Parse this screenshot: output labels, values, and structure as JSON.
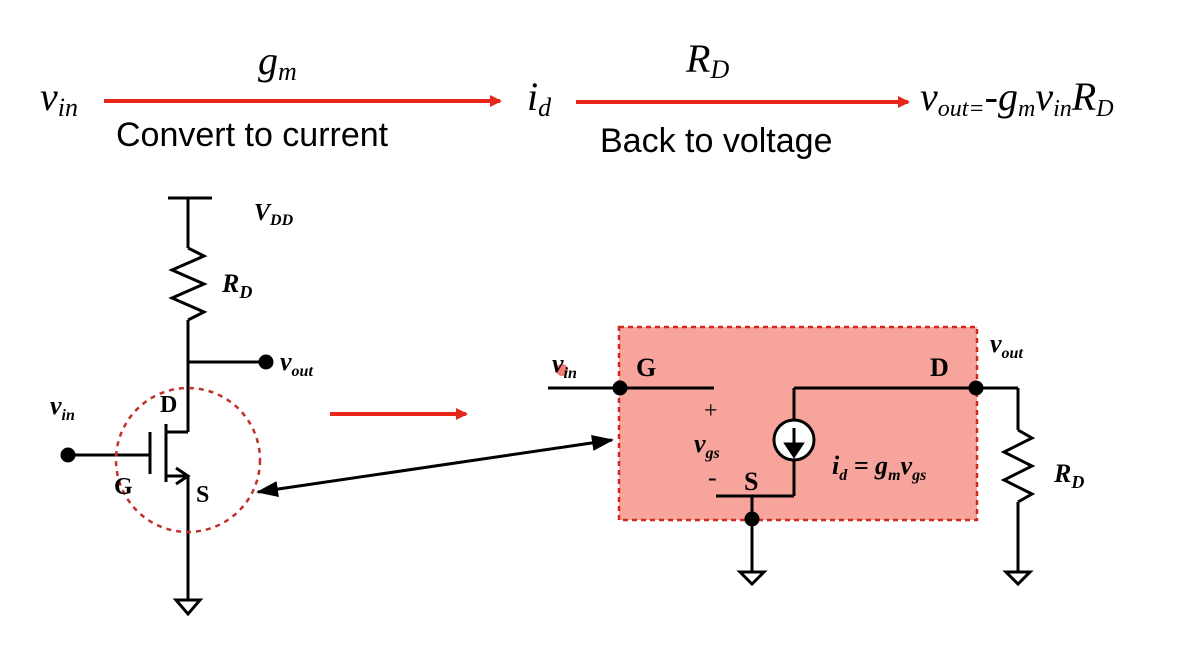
{
  "flow": {
    "v": "v",
    "in_sub": "in",
    "gm_g": "g",
    "gm_sub": "m",
    "convert_label": "Convert to current",
    "id_i": "i",
    "id_sub": "d",
    "rd_r": "R",
    "rd_sub": "D",
    "back_label": "Back to voltage",
    "out_v": "v",
    "out_sub": "out=",
    "eq_minus_g": "-g",
    "eq_m": "m",
    "eq_v": "v",
    "eq_in": "in",
    "eq_R": "R",
    "eq_D": "D"
  },
  "left_circuit": {
    "vdd_V": "V",
    "vdd_sub": "DD",
    "rd_R": "R",
    "rd_sub": "D",
    "vout_v": "v",
    "vout_sub": "out",
    "vin_v": "v",
    "vin_sub": "in",
    "d_label": "D",
    "g_label": "G",
    "s_label": "S"
  },
  "right_model": {
    "vin_v": "v",
    "vin_sub": "in",
    "g_label": "G",
    "d_label": "D",
    "s_label": "S",
    "plus": "+",
    "minus": "-",
    "vgs_v": "v",
    "vgs_sub": "gs",
    "id_i": "i",
    "id_sub": "d",
    "id_eq": " = g",
    "id_m": "m",
    "id_v": "v",
    "id_gs": "gs",
    "vout_v": "v",
    "vout_sub": "out",
    "rd_R": "R",
    "rd_sub": "D"
  },
  "colors": {
    "arrow_red": "#e8271a",
    "box_fill": "#f7a49c",
    "box_border": "#d4281e",
    "circle_dash": "#c0302a",
    "ink": "#000000"
  }
}
